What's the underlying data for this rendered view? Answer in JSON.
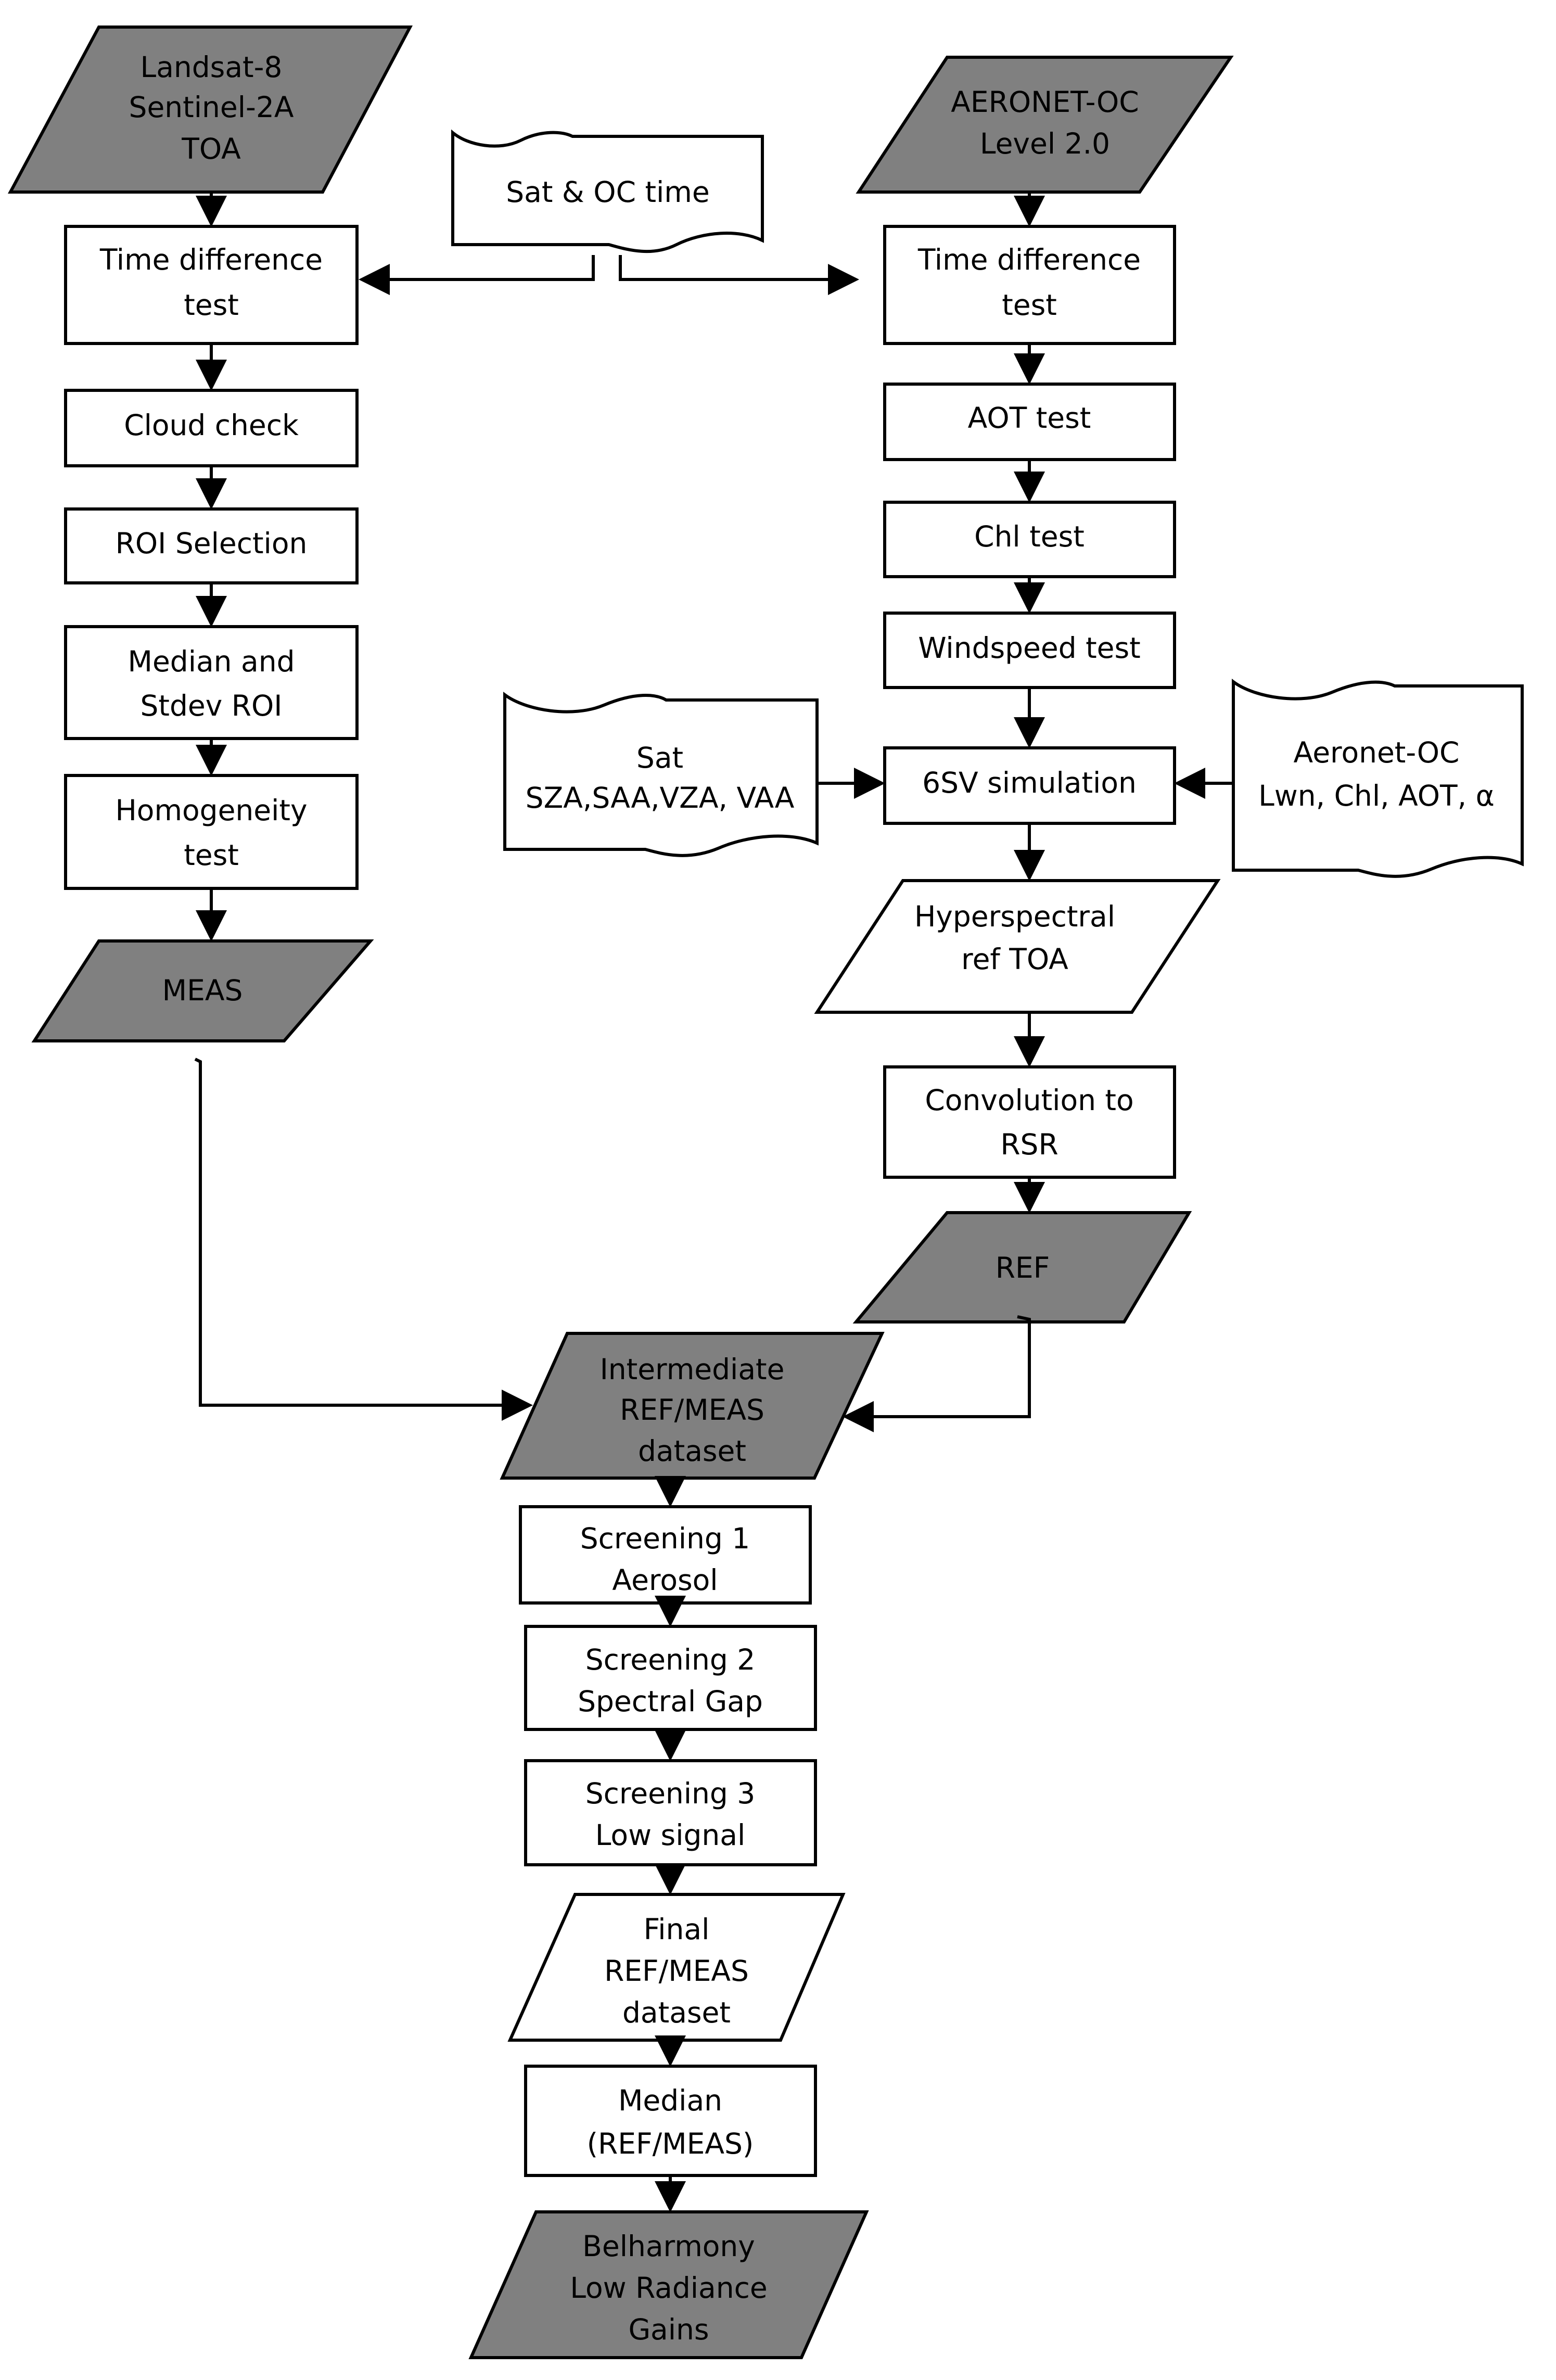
{
  "colors": {
    "dark_fill": "#808080",
    "light_fill": "#ffffff",
    "stroke": "#000000"
  },
  "left_branch": {
    "input": [
      "Landsat-8",
      "Sentinel-2A",
      "TOA"
    ],
    "time_diff": [
      "Time difference",
      "test"
    ],
    "cloud": "Cloud check",
    "roi": "ROI Selection",
    "median_stdev": [
      "Median and",
      "Stdev ROI"
    ],
    "homogeneity": [
      "Homogeneity",
      "test"
    ],
    "meas": "MEAS"
  },
  "time_doc": "Sat & OC time",
  "right_branch": {
    "input": [
      "AERONET-OC",
      "Level 2.0"
    ],
    "time_diff": [
      "Time difference",
      "test"
    ],
    "aot": "AOT test",
    "chl": "Chl test",
    "wind": "Windspeed test",
    "sim": "6SV simulation",
    "sat_doc": [
      "Sat",
      "SZA,SAA,VZA, VAA"
    ],
    "aeronet_doc": [
      "Aeronet-OC",
      "Lwn, Chl, AOT, α"
    ],
    "hyper": [
      "Hyperspectral",
      "ref TOA"
    ],
    "convolution": [
      "Convolution to",
      "RSR"
    ],
    "ref": "REF"
  },
  "merge": {
    "intermediate": [
      "Intermediate",
      "REF/MEAS",
      "dataset"
    ],
    "screen1": [
      "Screening 1",
      "Aerosol"
    ],
    "screen2": [
      "Screening 2",
      "Spectral Gap"
    ],
    "screen3": [
      "Screening 3",
      "Low signal"
    ],
    "final": [
      "Final",
      "REF/MEAS",
      "dataset"
    ],
    "median": [
      "Median",
      "(REF/MEAS)"
    ],
    "output": [
      "Belharmony",
      "Low Radiance",
      "Gains"
    ]
  }
}
